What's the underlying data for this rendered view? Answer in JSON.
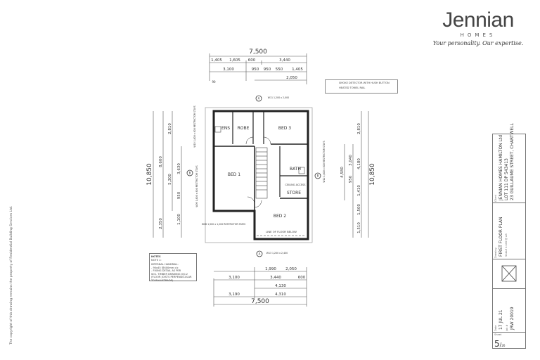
{
  "logo": {
    "brand": "Jennian",
    "sub": "HOMES",
    "tagline": "Your personality. Our expertise."
  },
  "copyright": "The copyright of this drawing remains the property of Residential Building Services Ltd.",
  "legend": {
    "items": [
      "SMOKE DETECTOR WITH HUSH BUTTON",
      "HEATED TOWEL RAIL"
    ]
  },
  "notes": {
    "title": "NOTES",
    "note": "NOTE 1:",
    "body": [
      "INTERNAL HANDRAIL:",
      "- 90x45 @400mm c/c",
      "- FIXING DETAIL AS PER",
      "W.G. TIMBER DRAWING 0/0-2",
      "(FLOOR JOISTS PERPENDICULAR",
      "TO BALUSTRADE)"
    ]
  },
  "rooms": {
    "ens": "ENS",
    "robe": "ROBE",
    "bed3": "BED 3",
    "bed1": "BED 1",
    "bath": "BATH",
    "ceiling": "CEILING ACCESS",
    "store": "STORE",
    "bed2": "BED 2",
    "line_floor": "LINE OF FLOOR BELOW"
  },
  "windows": {
    "top": "W11 1,200 x 2,000",
    "bottom": "W13 1,200 x 2,400",
    "left_bottom": "W08 1,500 x 1,200 RESTRICTOR STAYS",
    "right": "W12 1,600 x 800 RESTRICTOR STAYS",
    "left_top": "W10 1,600 x 800 RESTRICTOR STAYS",
    "left_mid": "W09 1,600 x 800 RESTRICTOR STAYS"
  },
  "markers": {
    "top": "A",
    "bottom": "A",
    "right": "B",
    "left": "B"
  },
  "dims": {
    "top_overall": "7,500",
    "top_row1": [
      "1,405",
      "1,605",
      "600",
      "3,440"
    ],
    "top_row2": [
      "3,100",
      "950",
      "950",
      "550",
      "1,405"
    ],
    "top_row3": [
      "2,050"
    ],
    "bottom_row1": [
      "1,990",
      "2,050"
    ],
    "bottom_row2": [
      "3,100",
      "3,440",
      "600"
    ],
    "bottom_row3": [
      "4,130"
    ],
    "bottom_row4": [
      "3,190",
      "4,310"
    ],
    "bottom_overall": "7,500",
    "left_overall": "10,850",
    "left_row1": [
      "8,600",
      "2,350"
    ],
    "left_row2": [
      "2,810",
      "5,300"
    ],
    "left_row3": [
      "3,630",
      "950",
      "1,100"
    ],
    "right_overall": "10,850",
    "right_row1": [
      "2,810",
      "4,180",
      "1,410",
      "1,500",
      "1,510"
    ],
    "right_row2": [
      "4,580"
    ],
    "right_row3": [
      "3,040",
      "950"
    ],
    "stub": "90"
  },
  "title_block": {
    "client_label": "Client",
    "client": [
      "JENNIAN HOMES HAMILTON Ltd",
      "LOT 111 DP 543413",
      "23 GUILLAUME STREET, CHARTWELL"
    ],
    "drawing_label": "Drawing",
    "drawing": "FIRST FLOOR PLAN",
    "scale": "SCALE 1:100 @ A3",
    "date_label": "Date",
    "date": "17 JUL 21",
    "job_label": "Job #",
    "job": "JRW 20019",
    "sheet_label": "Sheet",
    "sheet": "5",
    "sheet_total": "26"
  }
}
